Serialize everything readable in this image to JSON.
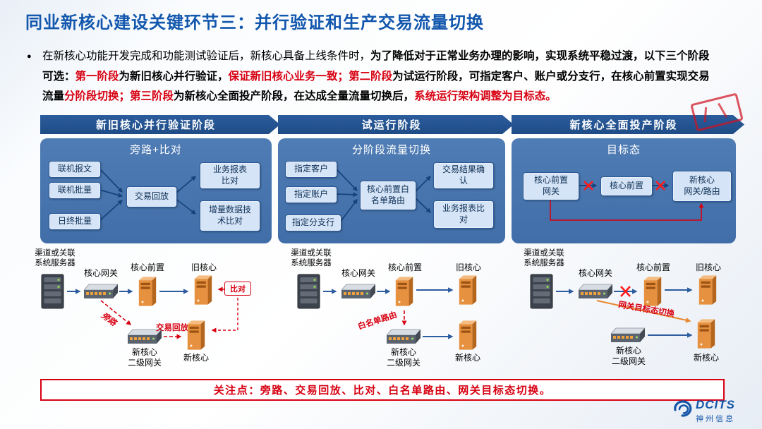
{
  "title": "同业新核心建设关键环节三：并行验证和生产交易流量切换",
  "intro": {
    "bullet": "●",
    "segments": [
      {
        "text": "在新核心功能开发完成和功能测试验证后，新核心具备上线条件时，",
        "red": false,
        "bold": false
      },
      {
        "text": "为了降低对于正常业务办理的影响，实现系统平稳过渡，以下三个阶段可选：",
        "red": false,
        "bold": true
      },
      {
        "text": "第一阶段",
        "red": true,
        "bold": true
      },
      {
        "text": "为新旧核心并行验证，",
        "red": false,
        "bold": true
      },
      {
        "text": "保证新旧核心业务一致；",
        "red": true,
        "bold": true
      },
      {
        "text": "第二阶段",
        "red": true,
        "bold": true
      },
      {
        "text": "为试运行阶段，可指定客户、账户或分支行，在核心前置实现交易流量",
        "red": false,
        "bold": true
      },
      {
        "text": "分阶段切换；",
        "red": true,
        "bold": true
      },
      {
        "text": "第三阶段",
        "red": true,
        "bold": true
      },
      {
        "text": "为新核心全面投产阶段，在达成全量流量切换后，",
        "red": false,
        "bold": true
      },
      {
        "text": "系统运行架构调整为目标态。",
        "red": true,
        "bold": true
      }
    ]
  },
  "phases": [
    {
      "label": "新旧核心并行验证阶段"
    },
    {
      "label": "试运行阶段"
    },
    {
      "label": "新核心全面投产阶段"
    }
  ],
  "panels": [
    {
      "title": "旁路+比对",
      "boxes": {
        "in1": "联机报文",
        "in2": "联机批量",
        "in3": "日终批量",
        "mid": "交易回放",
        "out1": "业务报表\n比对",
        "out2": "增量数据技\n术比对"
      }
    },
    {
      "title": "分阶段流量切换",
      "boxes": {
        "in1": "指定客户",
        "in2": "指定账户",
        "in3": "指定分支行",
        "mid": "核心前置白\n名单路由",
        "out1": "交易结果确\n认",
        "out2": "业务报表比\n对"
      }
    },
    {
      "title": "目标态",
      "boxes": {
        "a": "核心前置\n网关",
        "b": "核心前置",
        "c": "新核心\n网关/路由"
      }
    }
  ],
  "infra": {
    "s1": {
      "source": "渠道或关联\n系统服务器",
      "gateway": "核心网关",
      "frontend": "核心前置",
      "old_core": "旧核心",
      "bypass": "旁路",
      "secondary_gateway": "新核心\n二级网关",
      "replay": "交易回放",
      "new_core": "新核心",
      "compare": "比对"
    },
    "s2": {
      "source": "渠道或关联\n系统服务器",
      "gateway": "核心网关",
      "frontend": "核心前置",
      "old_core": "旧核心",
      "whitelist": "白名单路由",
      "secondary_gateway": "新核心\n二级网关",
      "new_core": "新核心"
    },
    "s3": {
      "source": "渠道或关联\n系统服务器",
      "gateway": "核心网关",
      "frontend": "核心前置",
      "old_core": "旧核心",
      "target_switch": "网关目标态切换",
      "secondary_gateway": "新核心\n二级网关",
      "new_core": "新核心"
    }
  },
  "focus": {
    "text": "关注点：旁路、交易回放、比对、白名单路由、网关目标态切换。"
  },
  "logo": {
    "brand": "DCITS",
    "company": "神州信息"
  },
  "colors": {
    "title_blue": "#1257ad",
    "accent_red": "#d70011",
    "phase_blue": "#24538f",
    "panel_blue": "#4a77ae",
    "box_blue": "#d5e4f6",
    "tower_orange": "#e6913f"
  }
}
